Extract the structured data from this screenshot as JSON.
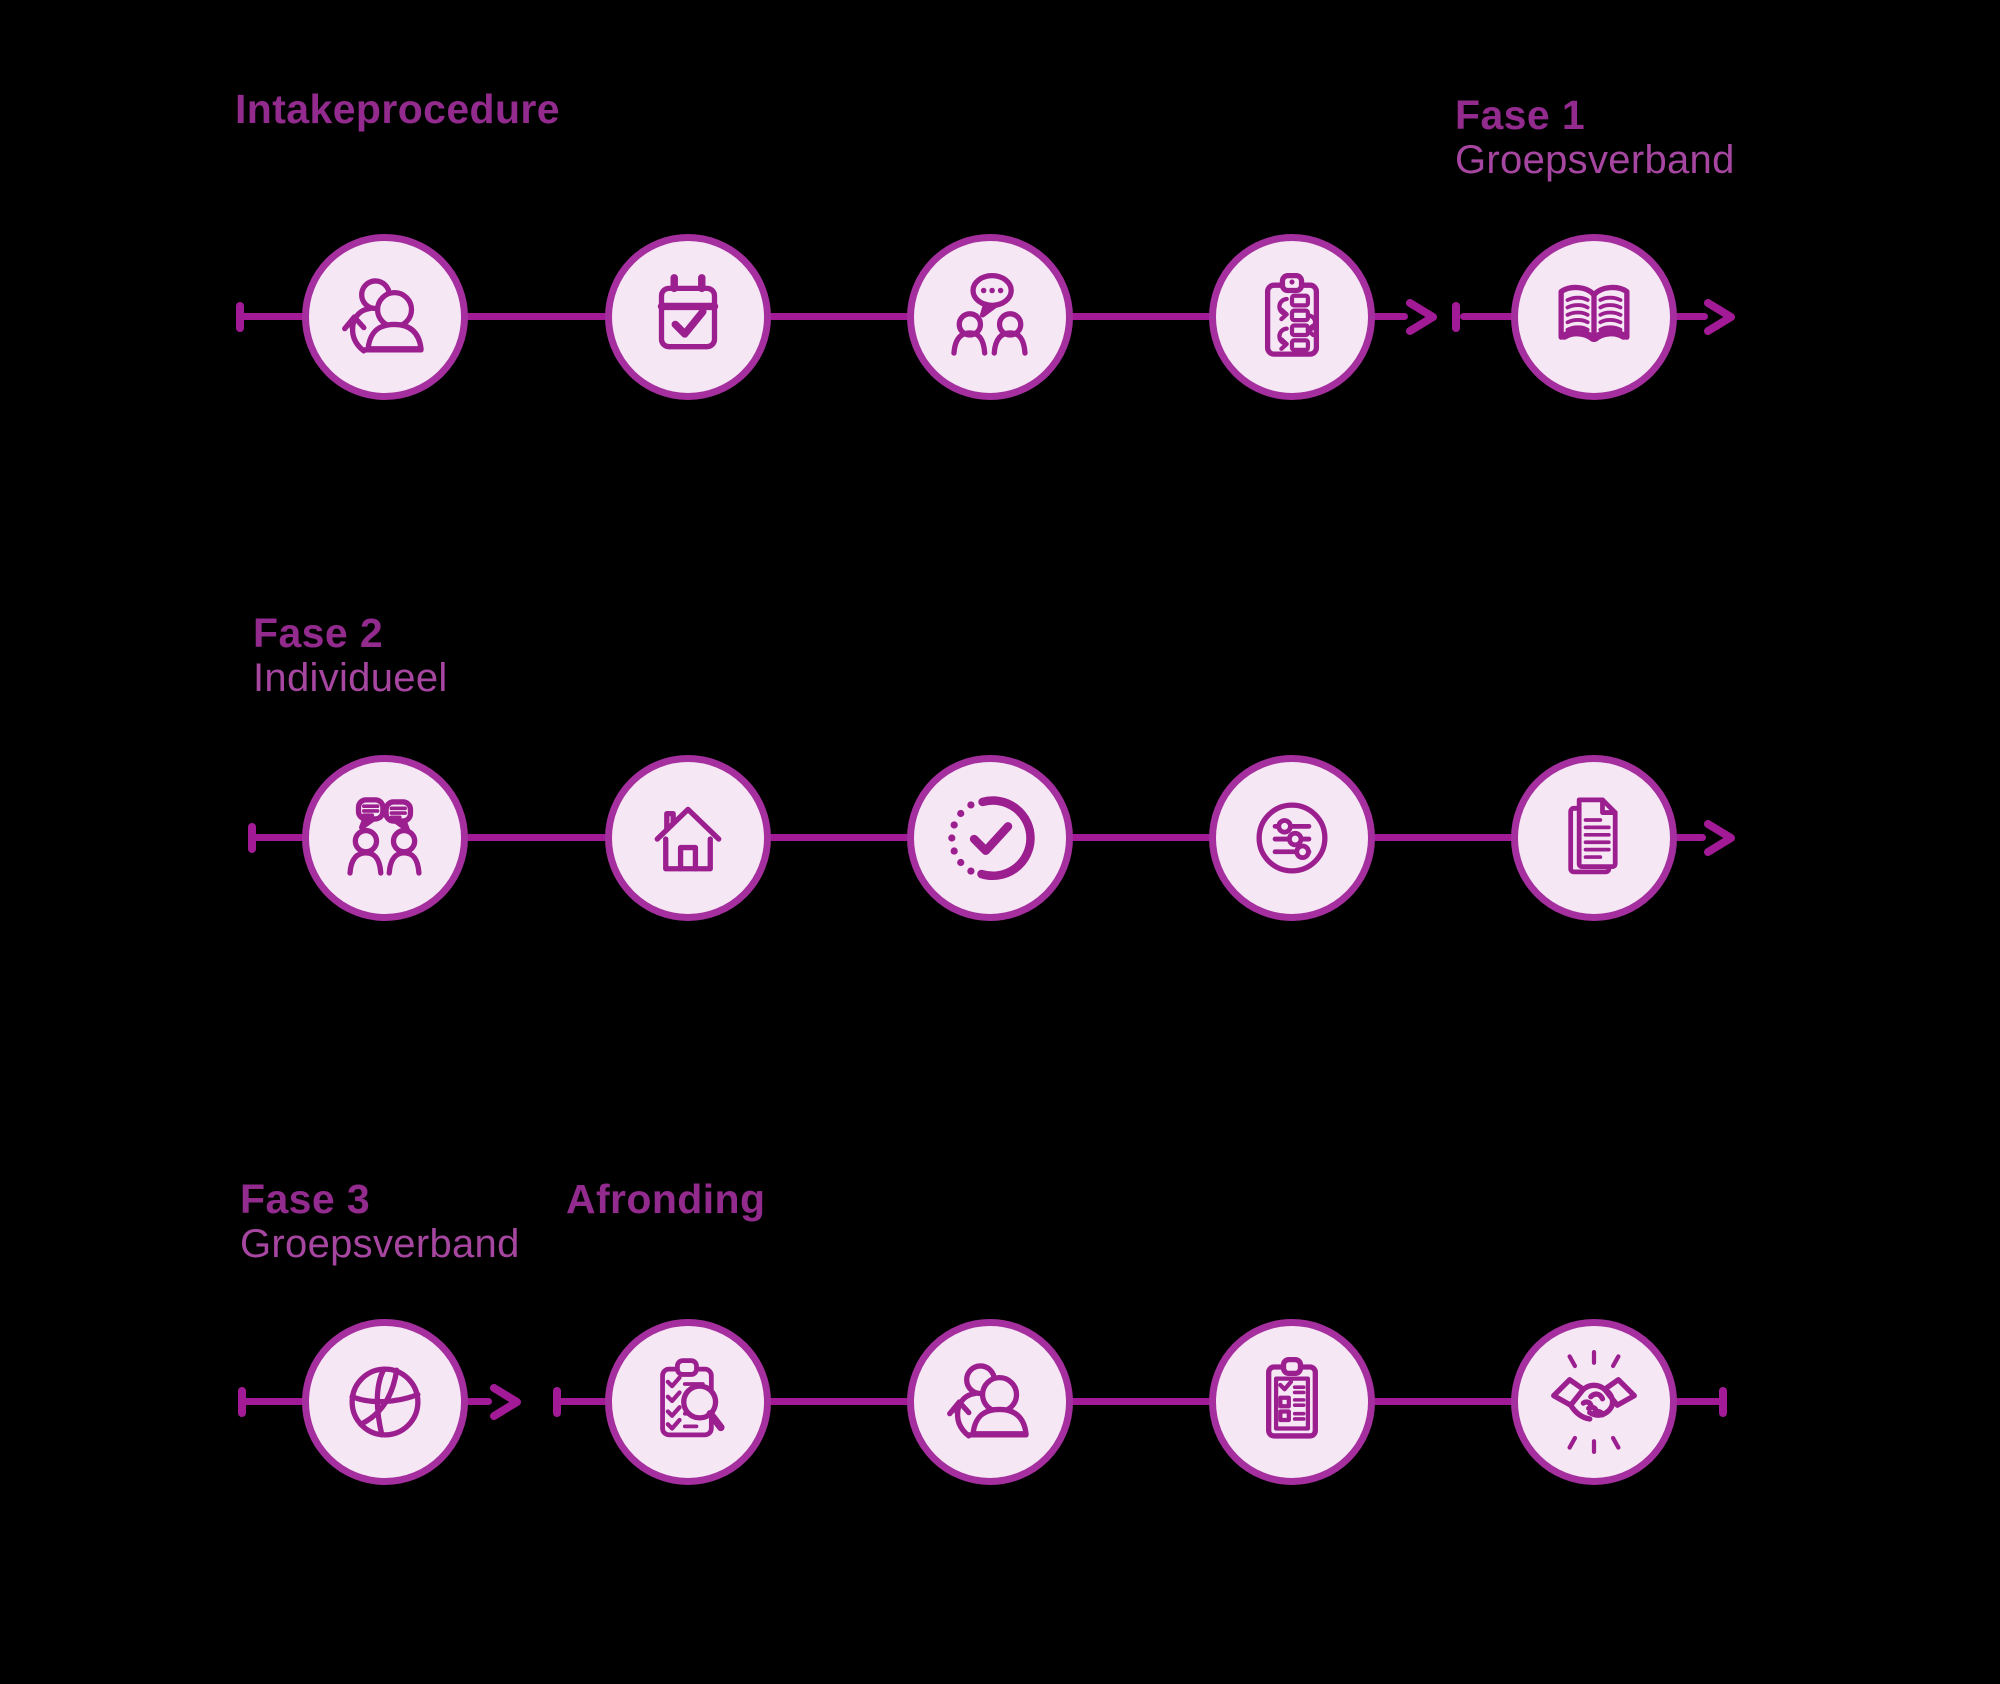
{
  "palette": {
    "background": "#000000",
    "line": "#A21A96",
    "circle_border": "#A52F9F",
    "circle_fill": "#F6E7F4",
    "icon_stroke": "#9C1F90",
    "heading_text": "#932A8E",
    "subtitle_text": "#A746A1"
  },
  "sections": {
    "intake": {
      "title": "Intakeprocedure"
    },
    "fase1": {
      "title": "Fase 1",
      "subtitle": "Groepsverband"
    },
    "fase2": {
      "title": "Fase 2",
      "subtitle": "Individueel"
    },
    "fase3": {
      "title": "Fase 3",
      "subtitle": "Groepsverband"
    },
    "afronding": {
      "title": "Afronding"
    }
  },
  "rows": [
    {
      "id": "row-1",
      "label": "Intakeprocedure + Fase 1 Groepsverband",
      "steps": [
        {
          "icon": "people-referral-icon"
        },
        {
          "icon": "calendar-check-icon"
        },
        {
          "icon": "people-chat-icon"
        },
        {
          "icon": "clipboard-process-icon"
        },
        {
          "icon": "open-book-icon"
        }
      ]
    },
    {
      "id": "row-2",
      "label": "Fase 2 Individueel",
      "steps": [
        {
          "icon": "people-dialog-icon"
        },
        {
          "icon": "house-icon"
        },
        {
          "icon": "dotted-circle-check-icon"
        },
        {
          "icon": "sliders-icon"
        },
        {
          "icon": "documents-icon"
        }
      ]
    },
    {
      "id": "row-3",
      "label": "Fase 3 Groepsverband + Afronding",
      "steps": [
        {
          "icon": "volleyball-icon"
        },
        {
          "icon": "checklist-magnifier-icon"
        },
        {
          "icon": "people-referral-icon"
        },
        {
          "icon": "clipboard-checklist-icon"
        },
        {
          "icon": "handshake-icon"
        }
      ]
    }
  ]
}
